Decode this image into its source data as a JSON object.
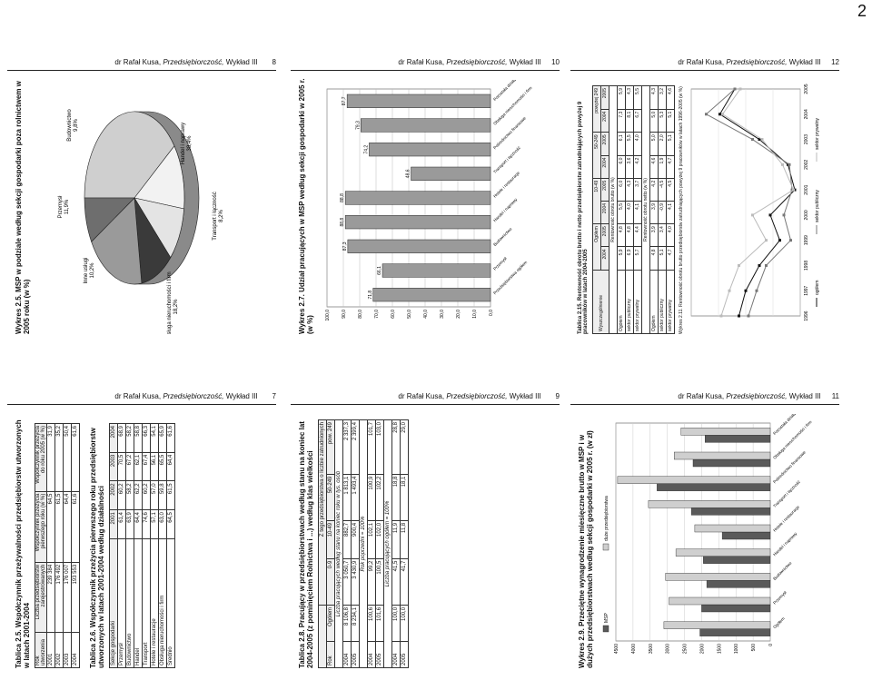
{
  "page_number": "2",
  "header": {
    "author": "dr Rafał Kusa,",
    "course": "Przedsiębiorczość,",
    "lecture": "Wykład III"
  },
  "slides": {
    "s7": {
      "number": "7",
      "t1_title": "Tablica 2.5. Współczynnik przeżywalności przedsiębiorstw utworzonych w latach 2001-2004",
      "t1_headers": [
        "Rok utworzenia",
        "Liczba przedsiębiorstw zarejestrowanych",
        "Współczynnik przeżycia pierwszego roku (w %)",
        "Współczynnik przeżycia do roku 2005 (w %)"
      ],
      "t1_rows": [
        [
          "2001",
          "239 384",
          "64,5",
          "31,9"
        ],
        [
          "2002",
          "176 492",
          "61,5",
          "35,2"
        ],
        [
          "2003",
          "176 007",
          "64,4",
          "50,4"
        ],
        [
          "2004",
          "193 553",
          "61,6",
          "61,6"
        ]
      ],
      "t2_title": "Tablica 2.6. Współczynnik przeżycia pierwszego roku przedsiębiorstw utworzonych w latach 2001-2004 według działalności",
      "t2_headers": [
        "Sekcje gospodarki",
        "2001",
        "2002",
        "2003",
        "2004"
      ],
      "t2_rows": [
        [
          "Przemysł",
          "61,4",
          "60,2",
          "70,5",
          "68,9"
        ],
        [
          "Budownictwo",
          "63,9",
          "58,2",
          "67,2",
          "58,2"
        ],
        [
          "Handel",
          "64,4",
          "62,2",
          "62,1",
          "58,8"
        ],
        [
          "Transport",
          "74,6",
          "60,2",
          "67,4",
          "66,3"
        ],
        [
          "Hotele i restauracje",
          "57,1",
          "57,0",
          "56,1",
          "54,1"
        ],
        [
          "Obsługa nieruchomości i firm",
          "63,0",
          "59,8",
          "65,5",
          "65,9"
        ],
        [
          "Średnio",
          "64,5",
          "61,5",
          "64,4",
          "61,6"
        ]
      ]
    },
    "s8": {
      "number": "8",
      "title": "Wykres 2.5. MSP w podziale według sekcji gospodarki poza rolnictwem w 2005 roku (w %)",
      "chart_data": {
        "type": "pie",
        "labels": [
          "Handel i naprawy",
          "Przemysł",
          "Budownictwo",
          "Inne usługi",
          "Obsługa nieruchomości i firm",
          "Transport i łączność"
        ],
        "values": [
          38.4,
          11.9,
          9.8,
          10.2,
          18.2,
          8.2
        ],
        "value_labels": [
          "38,4%",
          "11,9%",
          "9,8%",
          "10,2%",
          "18,2%",
          "8,2%"
        ]
      }
    },
    "s9": {
      "number": "9",
      "title": "Tablica 2.8. Pracujący w przedsiębiorstwach według stanu na koniec lat 2004-2005 (z pominięciem Rolnictwa i ...) według klas wielkości",
      "top_header": "Z tego przedsiębiorstwa o liczbie zatrudnionych",
      "headers": [
        "Rok",
        "Ogółem",
        "0-9",
        "10-49",
        "50-249",
        "pow. 249"
      ],
      "sub1": "Liczba pracujących według stanu na koniec roku w tys. osób",
      "rows1": [
        [
          "2004",
          "8 106,8",
          "3 050,7",
          "882,7",
          "1 813,1",
          "2 337,3"
        ],
        [
          "2005",
          "8 234,1",
          "3 430,9",
          "900,4",
          "1 493,4",
          "2 399,4"
        ]
      ],
      "sub2": "Rok poprzedni = 100%",
      "rows2": [
        [
          "2004",
          "100,6",
          "99,2",
          "102,1",
          "100,9",
          "101,7"
        ],
        [
          "2005",
          "101,6",
          "100,5",
          "102,0",
          "102,2",
          "103,0"
        ]
      ],
      "sub3": "Liczba pracujących ogółem = 100%",
      "rows3": [
        [
          "2004",
          "100,0",
          "41,5",
          "11,9",
          "18,8",
          "28,8"
        ],
        [
          "2005",
          "100,0",
          "41,7",
          "11,8",
          "18,1",
          "29,0"
        ]
      ]
    },
    "s10": {
      "number": "10",
      "title": "Wykres 2.7. Udział pracujących w MSP według sekcji gospodarki w 2005 r. (w %)",
      "chart_data": {
        "type": "bar",
        "categories": [
          "Przedsiębiorstwa ogółem",
          "Przemysł",
          "Budownictwo",
          "Handel i naprawy",
          "Hotele i restauracje",
          "Transport i łączność",
          "Pośrednictwo finansowe",
          "Obsługa nieruchomości i firm",
          "Pozostała działalność usługowa"
        ],
        "values": [
          71.8,
          66.1,
          87.3,
          88.8,
          88.8,
          48.6,
          74.2,
          79.3,
          87.7
        ],
        "value_labels": [
          "71,8",
          "66,1",
          "87,3",
          "88,8",
          "88,8",
          "48,6",
          "74,2",
          "79,3",
          "87,7"
        ],
        "yticks": [
          "0,0",
          "10,0",
          "20,0",
          "30,0",
          "40,0",
          "50,0",
          "60,0",
          "70,0",
          "80,0",
          "90,0",
          "100,0"
        ],
        "ylim": [
          0,
          100
        ]
      }
    },
    "s11": {
      "number": "11",
      "title": "Wykres 2.9. Przeciętne wynagrodzenie miesięczne brutto w MSP i w dużych przedsiębiorstwach według sekcji gospodarki w 2005 r. (w zł)",
      "chart_data": {
        "type": "bar",
        "categories": [
          "Ogółem",
          "Przemysł",
          "Budownictwo",
          "Handel i naprawy",
          "Hotele i restauracje",
          "Transport i łączność",
          "Pośrednictwo finansowe",
          "Obsługa nieruchomości i firm",
          "Pozostała działalność usługowa"
        ],
        "series": [
          {
            "name": "MSP",
            "values": [
              2050,
              2000,
              1850,
              1950,
              1400,
              2300,
              3300,
              2250,
              1900
            ]
          },
          {
            "name": "duże przedsiębiorstwa",
            "values": [
              3100,
              2950,
              3050,
              2750,
              2200,
              3550,
              4450,
              2800,
              2600
            ]
          }
        ],
        "yticks": [
          "0",
          "500",
          "1000",
          "1500",
          "2000",
          "2500",
          "3000",
          "3500",
          "4000",
          "4500"
        ],
        "ylim": [
          0,
          4500
        ]
      }
    },
    "s12": {
      "number": "12",
      "title": "Tablica 2.15. Rentowność obrotu brutto i netto przedsiębiorstw zatrudniających powyżej 9 pracowników w latach 2004-2005",
      "headers": [
        "Wyszczególnienie",
        "Ogółem",
        "10-49",
        "50-249",
        "powyżej 249"
      ],
      "years": [
        "2004",
        "2005",
        "2004",
        "2005",
        "2004",
        "2005",
        "2004",
        "2005"
      ],
      "sub1": "Rentowność obrotu brutto (w %)",
      "rows1": [
        [
          "Ogółem",
          "5,9",
          "4,8",
          "5,5",
          "6,0",
          "6,0",
          "6,1",
          "7,3",
          "5,9"
        ],
        [
          "sektor publiczny",
          "6,9",
          "4,8",
          "4,0",
          "4,3",
          "3,6",
          "5,5",
          "8,1",
          "4,3"
        ],
        [
          "sektor prywatny",
          "5,7",
          "4,4",
          "4,1",
          "3,7",
          "4,2",
          "4,0",
          "6,7",
          "5,5"
        ]
      ],
      "sub2": "Rentowność obrotu netto (w %)",
      "rows2": [
        [
          "Ogółem",
          "4,8",
          "3,9",
          "3,9",
          "4,2",
          "4,6",
          "5,0",
          "5,0",
          "4,3"
        ],
        [
          "sektor publiczny",
          "5,1",
          "3,4",
          "-0,9",
          "-4,5",
          "1,9",
          "2,0",
          "5,3",
          "3,2"
        ],
        [
          "sektor prywatny",
          "4,7",
          "4,0",
          "4,1",
          "4,5",
          "4,7",
          "5,1",
          "5,1",
          "4,6"
        ]
      ],
      "chart_title": "Wykres 2.11. Rentowność obrotu brutto przedsiębiorstw zatrudniających powyżej 9 pracowników w latach 1996-2005 (w %)",
      "chart_data": {
        "type": "line",
        "x": [
          "1996",
          "1997",
          "1998",
          "1999",
          "2000",
          "2001",
          "2002",
          "2003",
          "2004",
          "2005"
        ],
        "series": [
          {
            "name": "ogółem",
            "values": [
              4.5,
              4.0,
              3.0,
              1.5,
              2.2,
              0.4,
              0.9,
              3.0,
              5.9,
              4.8
            ]
          },
          {
            "name": "sektor publiczny",
            "values": [
              3.8,
              3.2,
              2.5,
              0.7,
              1.2,
              0.6,
              0.8,
              3.5,
              6.9,
              4.8
            ]
          },
          {
            "name": "sektor prywatny",
            "values": [
              5.8,
              5.2,
              4.5,
              2.5,
              3.5,
              0.5,
              1.3,
              2.8,
              5.7,
              4.4
            ]
          }
        ],
        "ylim": [
          0,
          8
        ]
      }
    }
  }
}
